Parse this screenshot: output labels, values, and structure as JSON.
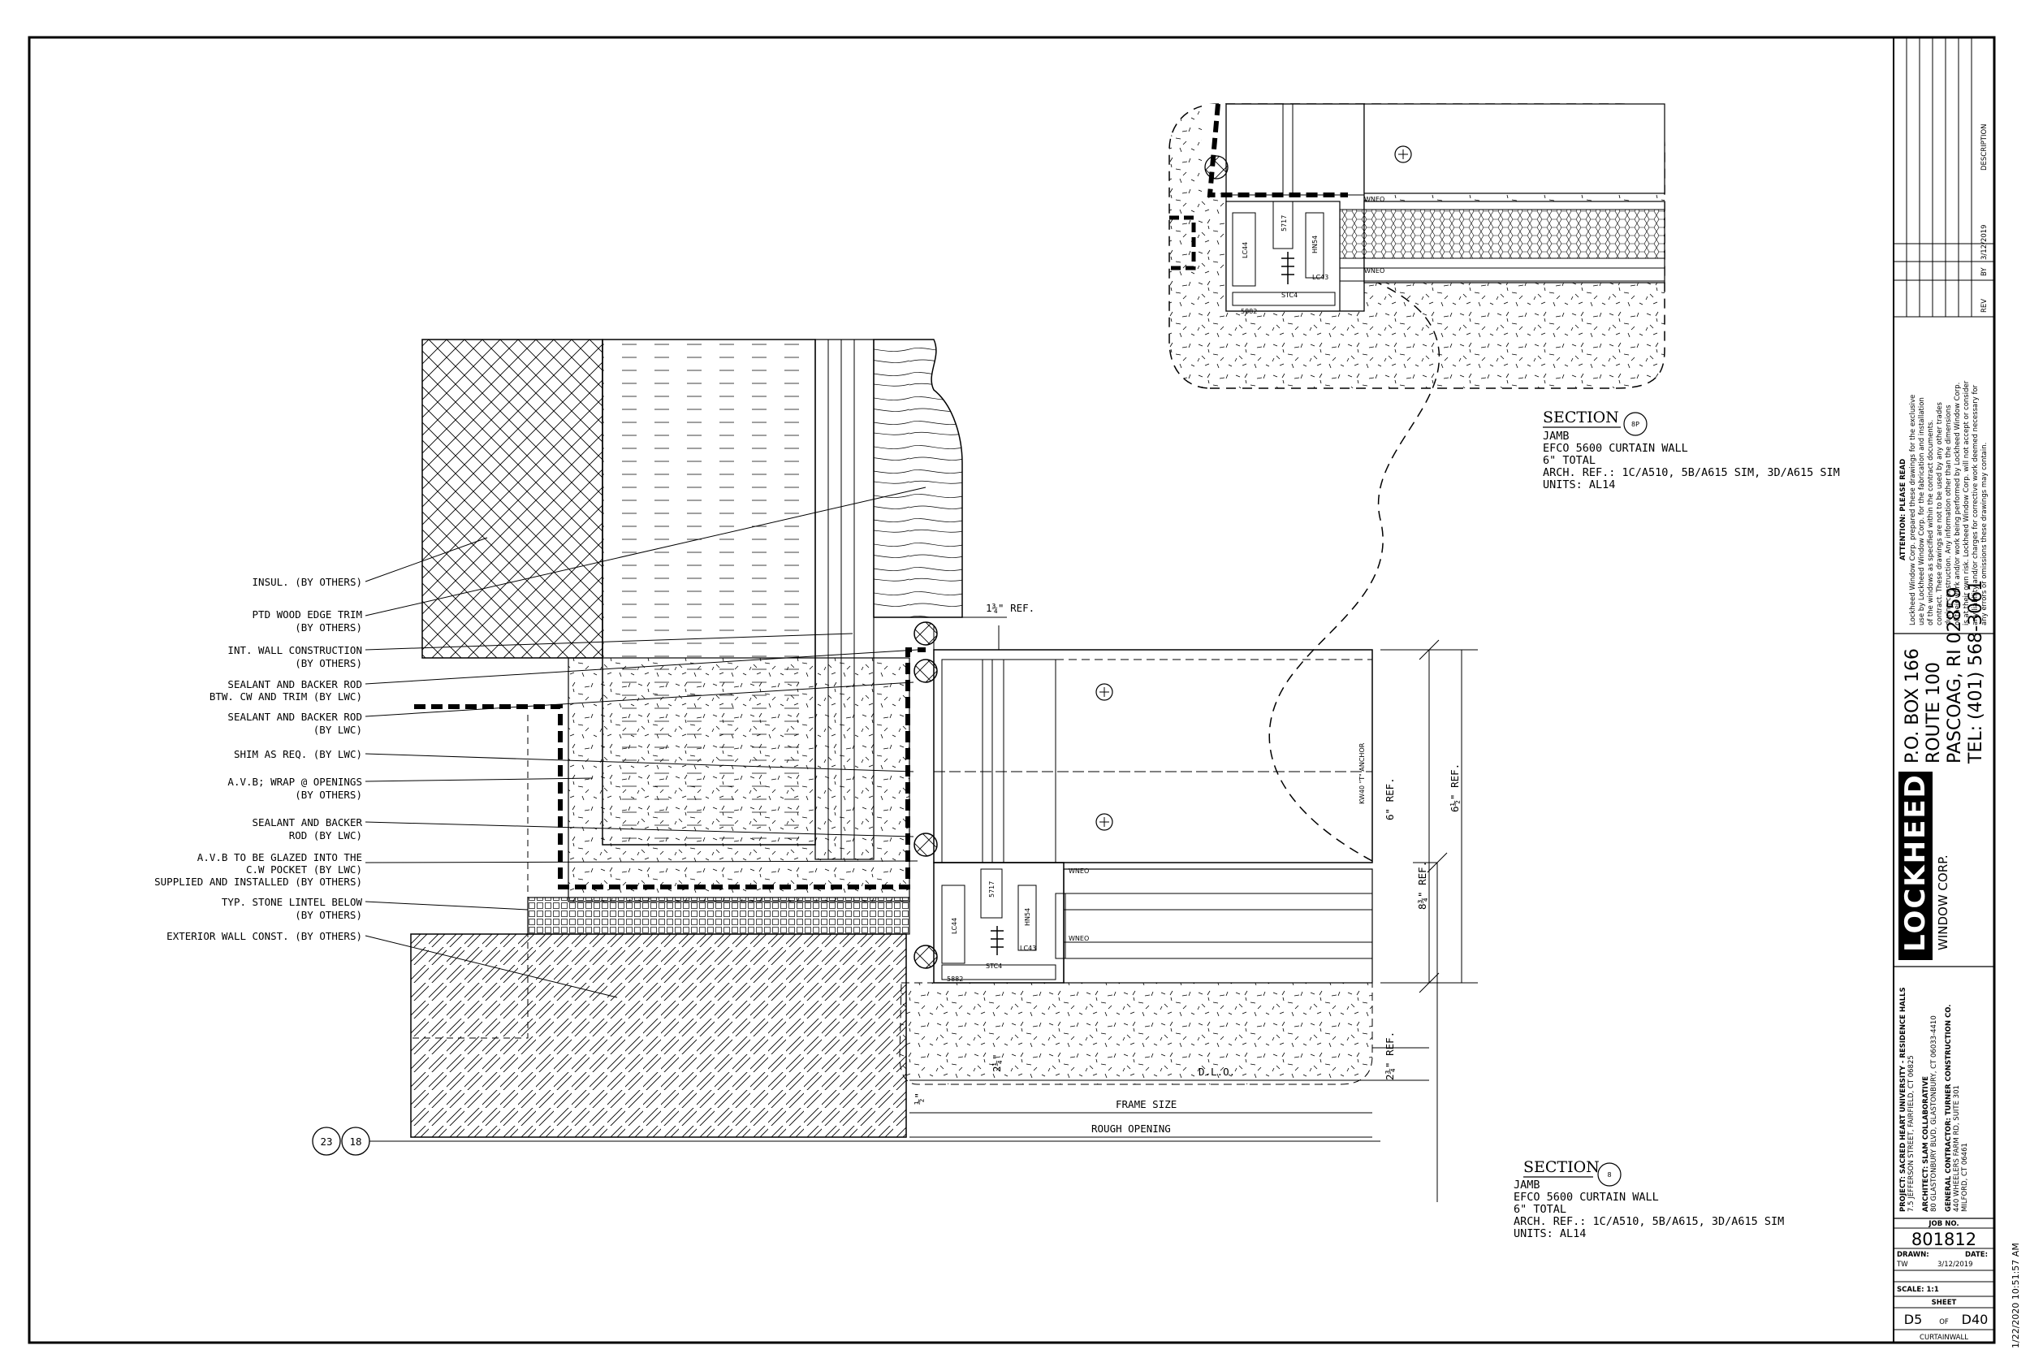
{
  "timestamp": "1/22/2020 10:51:57 AM",
  "labels": {
    "insul": "INSUL. (BY OTHERS)",
    "trim1": "PTD WOOD EDGE TRIM",
    "trim2": "(BY OTHERS)",
    "intwall1": "INT. WALL CONSTRUCTION",
    "intwall2": "(BY OTHERS)",
    "seal1a": "SEALANT AND BACKER ROD",
    "seal1b": "BTW. CW AND TRIM (BY LWC)",
    "seal2a": "SEALANT AND BACKER ROD",
    "seal2b": "(BY LWC)",
    "shim": "SHIM AS REQ. (BY LWC)",
    "avb1a": "A.V.B; WRAP @ OPENINGS",
    "avb1b": "(BY OTHERS)",
    "seal3a": "SEALANT AND BACKER",
    "seal3b": "ROD (BY LWC)",
    "avb2a": "A.V.B TO BE GLAZED INTO THE",
    "avb2b": "C.W POCKET (BY LWC)",
    "avb2c": "SUPPLIED AND INSTALLED (BY OTHERS)",
    "lintel1": "TYP. STONE LINTEL BELOW",
    "lintel2": "(BY OTHERS)",
    "ext": "EXTERIOR WALL CONST. (BY OTHERS)"
  },
  "dims": {
    "ref_top": "1¾\" REF.",
    "ref6": "6\" REF.",
    "ref612": "6½\" REF.",
    "ref834": "8¾\" REF.",
    "ref234": "2¾\" REF.",
    "ref214": "2¼\"",
    "ref12": "½\"",
    "dlo": "D.L.O.",
    "frame": "FRAME SIZE",
    "rough": "ROUGH OPENING",
    "anchor": "KW40 \"T\" ANCHOR"
  },
  "parts": {
    "lc44": "LC44",
    "p5717": "5717",
    "hn54": "HN54",
    "wneo": "WNEO",
    "lc43": "LC43",
    "stc4": "STC4",
    "p5882": "5882"
  },
  "bubbles": {
    "a": "23",
    "b": "18"
  },
  "section_top": {
    "title": "SECTION",
    "num": "8P",
    "lines": [
      "JAMB",
      "EFCO 5600 CURTAIN WALL",
      "6\" TOTAL",
      "ARCH. REF.: 1C/A510, 5B/A615 SIM, 3D/A615 SIM",
      "UNITS: AL14"
    ]
  },
  "section_bottom": {
    "title": "SECTION",
    "num": "8",
    "lines": [
      "JAMB",
      "EFCO 5600 CURTAIN WALL",
      "6\" TOTAL",
      "ARCH. REF.: 1C/A510, 5B/A615, 3D/A615 SIM",
      "UNITS: AL14"
    ]
  },
  "titleblock": {
    "rev_description": "DESCRIPTION",
    "rev": "REV",
    "by": "BY",
    "date": "3/12/2019",
    "attention_title": "ATTENTION: PLEASE READ",
    "attention_lines": [
      "Lockheed Window Corp. prepared these drawings for the exclusive",
      "use by Lockheed Window Corp. for the fabrication and installation",
      "of the windows as specified within the contract documents.",
      "contract. These drawings are not to be used by any other trades",
      "during construction. Any information other than the dimensions",
      "of their work and/or work being performed by Lockheed Window Corp.",
      "is at their own risk. Lockheed Window Corp. will not accept or consider",
      "any liability and/or charges for corrective work deemed necessary for",
      "any errors or omissions these drawings may contain."
    ],
    "address": [
      "P.O. BOX 166",
      "ROUTE 100",
      "PASCOAG, RI 02859",
      "TEL: (401) 568-3061"
    ],
    "logo": "LOCKHEED",
    "logo_sub": "WINDOW CORP.",
    "project": [
      "PROJECT: SACRED HEART UNIVERSITY - RESIDENCE HALLS",
      "7.5 JEFFERSON STREET, FAIRFIELD, CT 06825",
      "ARCHITECT: SLAM COLLABORATIVE",
      "80 GLASTONBURY BLVD, GLASTONBURY, CT 06033-4410",
      "GENERAL CONTRACTOR: TURNER CONSTRUCTION CO.",
      "440 WHEELERS FARM RD, SUITE 301",
      "MILFORD, CT 06461"
    ],
    "job_label": "JOB NO.",
    "job_no": "801812",
    "drawn_label": "DRAWN:",
    "date_label": "DATE:",
    "drawn": "TW",
    "scale": "SCALE: 1:1",
    "sheet_label": "SHEET",
    "sheet": "D5",
    "of": "OF",
    "total": "D40",
    "category": "CURTAINWALL"
  }
}
